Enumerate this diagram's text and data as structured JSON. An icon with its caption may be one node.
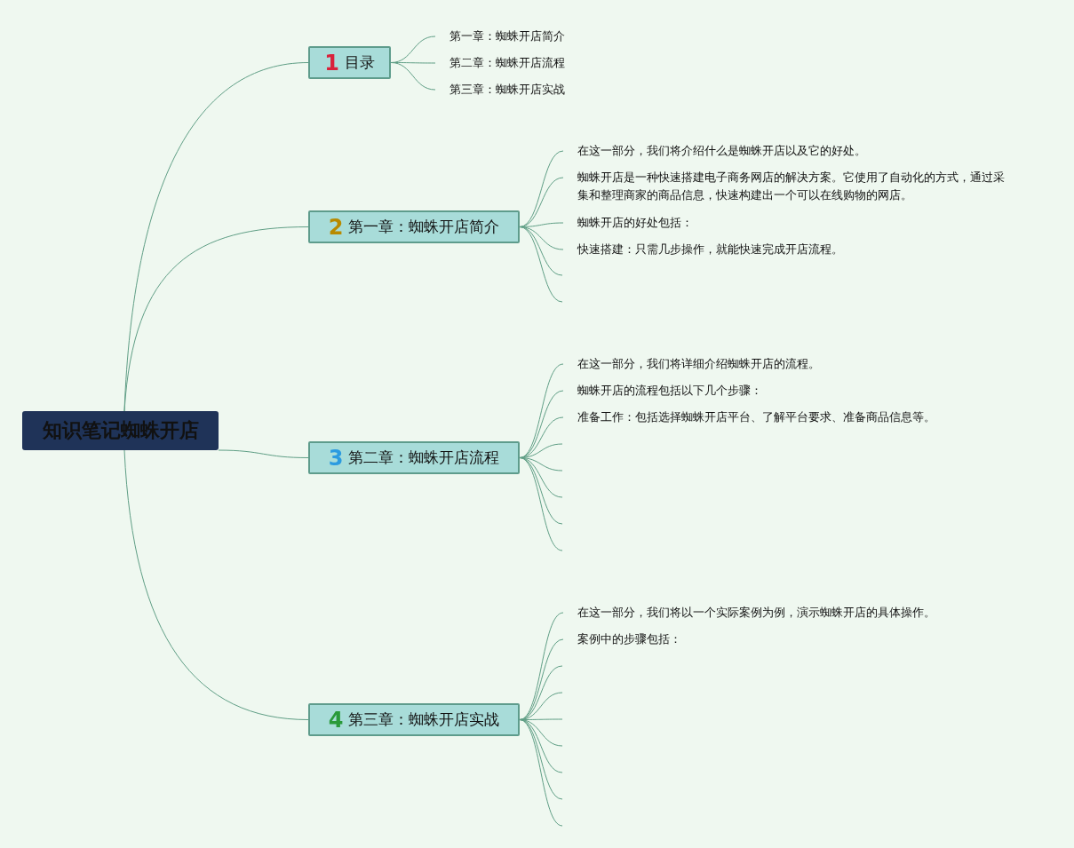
{
  "diagram": {
    "nodes": [
      {
        "text": [
          "知识笔记蜘蛛开店"
        ]
      },
      {
        "text": [
          "1",
          "目录"
        ]
      },
      {
        "text": [
          "第一章：蜘蛛开店简介"
        ]
      },
      {
        "text": [
          "第二章：蜘蛛开店流程"
        ]
      },
      {
        "text": [
          "第三章：蜘蛛开店实战"
        ]
      },
      {
        "text": [
          "2",
          "第一章：蜘蛛开店简介"
        ]
      },
      {
        "text": [
          "在这一部分，我们将介绍什么是蜘蛛开店以及它的好处。"
        ]
      },
      {
        "text": [
          "蜘蛛开店是一种快速搭建电子商务网店的解决方案。它使用了自动化的方式，通过采集和整理商家的商品信息，快速构建出一个可以在线购物的网店。"
        ]
      },
      {
        "text": [
          "蜘蛛开店的好处包括："
        ]
      },
      {
        "text": [
          "快速搭建：只需几步操作，就能快速完成开店流程。"
        ]
      },
      {
        "text": [
          "3",
          "第二章：蜘蛛开店流程"
        ]
      },
      {
        "text": [
          "在这一部分，我们将详细介绍蜘蛛开店的流程。"
        ]
      },
      {
        "text": [
          "蜘蛛开店的流程包括以下几个步骤："
        ]
      },
      {
        "text": [
          "准备工作：包括选择蜘蛛开店平台、了解平台要求、准备商品信息等。"
        ]
      },
      {
        "text": [
          "4",
          "第三章：蜘蛛开店实战"
        ]
      },
      {
        "text": [
          "在这一部分，我们将以一个实际案例为例，演示蜘蛛开店的具体操作。"
        ]
      },
      {
        "text": [
          "案例中的步骤包括："
        ]
      }
    ],
    "edges": [
      {
        "from": 0,
        "to": 1,
        "arrow": "none"
      },
      {
        "from": 0,
        "to": 5,
        "arrow": "none"
      },
      {
        "from": 0,
        "to": 10,
        "arrow": "none"
      },
      {
        "from": 0,
        "to": 14,
        "arrow": "none"
      },
      {
        "from": 1,
        "to": 2,
        "arrow": "none"
      },
      {
        "from": 1,
        "to": 3,
        "arrow": "none"
      },
      {
        "from": 1,
        "to": 4,
        "arrow": "none"
      },
      {
        "from": 5,
        "to": 6,
        "arrow": "none"
      },
      {
        "from": 5,
        "to": 7,
        "arrow": "none"
      },
      {
        "from": 5,
        "to": 8,
        "arrow": "none"
      },
      {
        "from": 5,
        "to": 9,
        "arrow": "none"
      },
      {
        "from": 5,
        "to": null,
        "arrow": "none"
      },
      {
        "from": 5,
        "to": null,
        "arrow": "none"
      },
      {
        "from": 10,
        "to": 11,
        "arrow": "none"
      },
      {
        "from": 10,
        "to": 12,
        "arrow": "none"
      },
      {
        "from": 10,
        "to": 13,
        "arrow": "none"
      },
      {
        "from": 10,
        "to": null,
        "arrow": "none"
      },
      {
        "from": 10,
        "to": null,
        "arrow": "none"
      },
      {
        "from": 10,
        "to": null,
        "arrow": "none"
      },
      {
        "from": 10,
        "to": null,
        "arrow": "none"
      },
      {
        "from": 10,
        "to": null,
        "arrow": "none"
      },
      {
        "from": 14,
        "to": 15,
        "arrow": "none"
      },
      {
        "from": 14,
        "to": 16,
        "arrow": "none"
      },
      {
        "from": 14,
        "to": null,
        "arrow": "none"
      },
      {
        "from": 14,
        "to": null,
        "arrow": "none"
      },
      {
        "from": 14,
        "to": null,
        "arrow": "none"
      },
      {
        "from": 14,
        "to": null,
        "arrow": "none"
      },
      {
        "from": 14,
        "to": null,
        "arrow": "none"
      },
      {
        "from": 14,
        "to": null,
        "arrow": "none"
      },
      {
        "from": 14,
        "to": null,
        "arrow": "none"
      }
    ]
  }
}
